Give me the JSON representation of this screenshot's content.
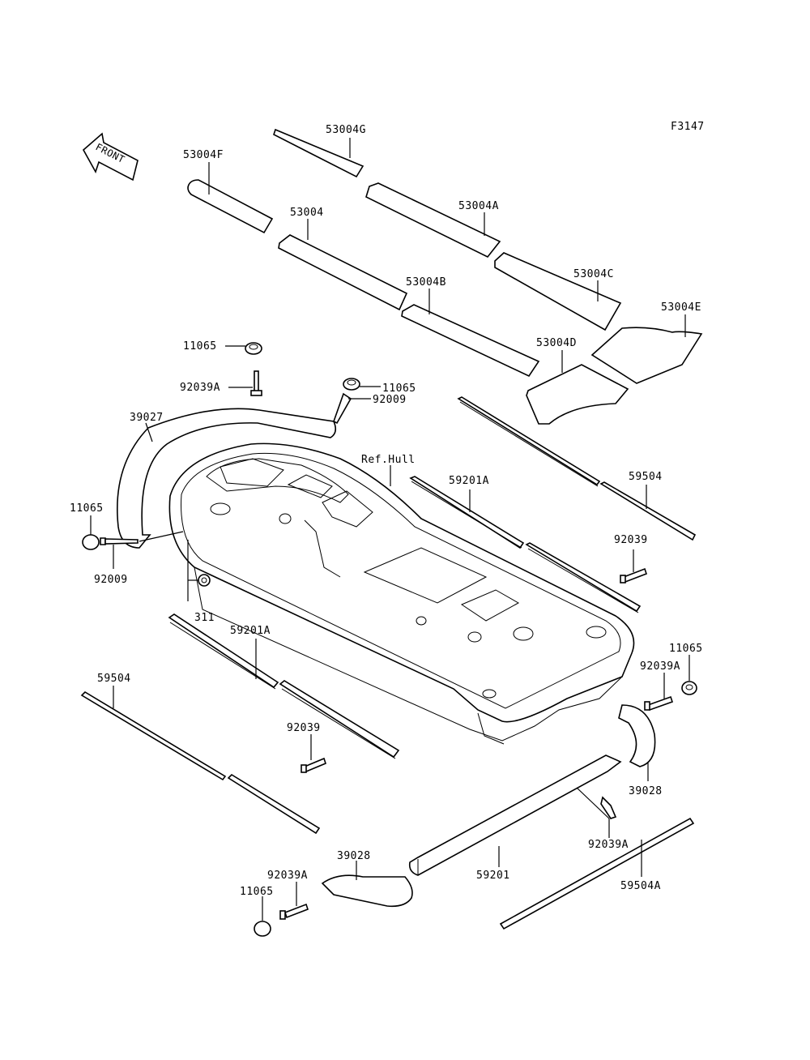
{
  "diagram": {
    "figure_code": "F3147",
    "front_label": "FRONT",
    "labels": {
      "l_53004G": "53004G",
      "l_53004F": "53004F",
      "l_53004A": "53004A",
      "l_53004": "53004",
      "l_53004C": "53004C",
      "l_53004B": "53004B",
      "l_53004E": "53004E",
      "l_53004D": "53004D",
      "l_11065_a": "11065",
      "l_92039A_a": "92039A",
      "l_11065_b": "11065",
      "l_92009_a": "92009",
      "l_39027": "39027",
      "l_refhull": "Ref.Hull",
      "l_59201A_a": "59201A",
      "l_59504_a": "59504",
      "l_11065_c": "11065",
      "l_92009_b": "92009",
      "l_311": "311",
      "l_92039_a": "92039",
      "l_59201A_b": "59201A",
      "l_11065_d": "11065",
      "l_92039A_b": "92039A",
      "l_59504_b": "59504",
      "l_92039_b": "92039",
      "l_39028_a": "39028",
      "l_92039A_c": "92039A",
      "l_39028_b": "39028",
      "l_59201": "59201",
      "l_92039A_d": "92039A",
      "l_59504A": "59504A",
      "l_11065_e": "11065"
    }
  }
}
